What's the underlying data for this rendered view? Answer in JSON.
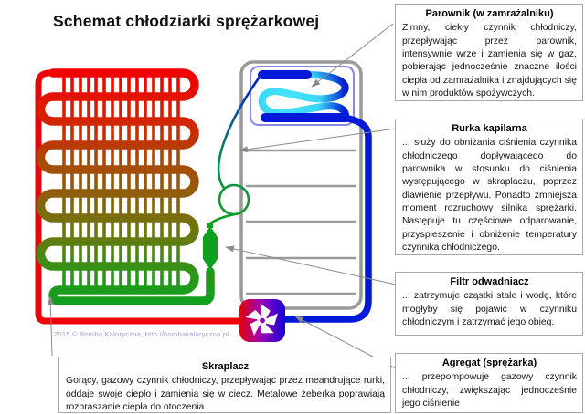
{
  "title": "Schemat chłodziarki sprężarkowej",
  "copyright": "2015 © Bomba Kaloryczna, http://bombakaloryczna.pl",
  "callouts": {
    "parownik": {
      "title": "Parownik (w zamrażalniku)",
      "body": "Zimny, ciekły czynnik chłodniczy, przepływając przez parownik, intensywnie wrze i zamienia się w gaz, pobierając jednocześnie znaczne ilości ciepła od zamrażalnika i znajdujących się w nim produktów spożywczych."
    },
    "rurka_kapilarna": {
      "title": "Rurka kapilarna",
      "body": "... służy do obniżania ciśnienia czynnika chłodniczego dopływającego do parownika w stosunku do ciśnienia występującego w skraplaczu, poprzez dławienie przepływu. Ponadto zmniejsza moment rozruchowy silnika sprężarki. Następuje tu częściowe odparowanie, przyspieszenie i obniżenie temperatury czynnika chłodniczego."
    },
    "filtr_odwadniacz": {
      "title": "Filtr odwadniacz",
      "body": "... zatrzymuje cząstki stałe i wodę, które mogłyby się pojawić w czynniku chłodniczym i zatrzymać jego obieg."
    },
    "agregat": {
      "title": "Agregat (sprężarka)",
      "body": "... przepompowuje gazowy czynnik chłodniczy, zwiększając jednocześnie jego ciśnienie"
    },
    "skraplacz": {
      "title": "Skraplacz",
      "body": "Gorący, gazowy czynnik chłodniczy, przepływając przez meandrujące rurki, oddaje swoje ciepło i zamienia się w ciecz. Metalowe żeberka poprawiają rozpraszanie ciepła do otoczenia."
    }
  },
  "colors": {
    "condenser_hot": "#f20000",
    "condenser_cold": "#0fa01e",
    "pipe_red": "#ee0008",
    "pipe_green": "#10a01e",
    "evaporator_blue": "#0018d8",
    "evaporator_cyan": "#3ae2fa",
    "compressor_red": "#e00008",
    "compressor_blue": "#1400d8",
    "fridge_outline": "#999999",
    "freezer_outline": "#8888e0",
    "leader_gray": "#8a8a8a",
    "box_border": "#a8a8a8",
    "copyright_color": "#9f9fd0"
  }
}
